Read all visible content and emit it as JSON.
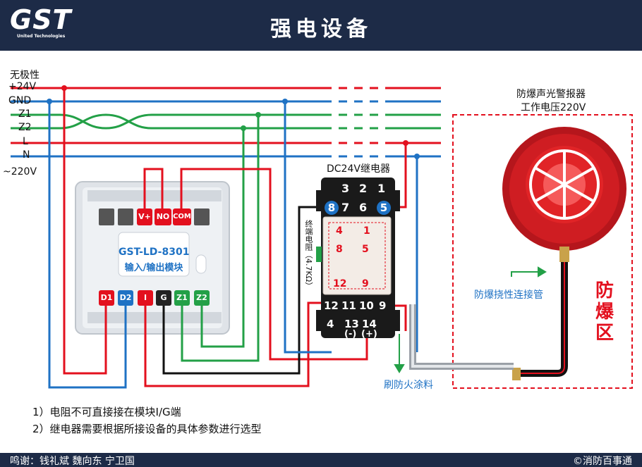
{
  "header": {
    "title": "强电设备",
    "logo_text": "GST",
    "logo_subtitle": "United Technologies"
  },
  "bus_labels": {
    "nonpolar": "无极性",
    "p24v": "+24V",
    "gnd": "GND",
    "z1": "Z1",
    "z2": "Z2",
    "l": "L",
    "n": "N",
    "ac220": "~220V"
  },
  "module": {
    "name": "GST-LD-8301",
    "subtitle": "输入/输出模块",
    "top_terminals": [
      "V+",
      "NO",
      "COM"
    ],
    "bottom_terminals": [
      "D1",
      "D2",
      "I",
      "G",
      "Z1",
      "Z2"
    ]
  },
  "relay": {
    "title": "DC24V继电器",
    "top_row": [
      "3",
      "2",
      "1"
    ],
    "row2": [
      "8",
      "7",
      "6",
      "5"
    ],
    "row_lower": [
      "12",
      "11",
      "10",
      "9"
    ],
    "bottom_row": [
      "4",
      "13",
      "14"
    ],
    "polarity": [
      "(-)",
      "(+)"
    ],
    "coil": [
      "4",
      "1",
      "8",
      "5",
      "12",
      "9"
    ],
    "resistor": "终端电阻（4.7KΩ）"
  },
  "siren": {
    "label": "防爆声光警报器",
    "voltage": "工作电压220V",
    "conduit": "防爆挠性连接管",
    "zone": "防爆区",
    "coating": "刷防火涂料"
  },
  "notes": [
    "1）电阻不可直接接在模块I/G端",
    "2）继电器需要根据所接设备的具体参数进行选型"
  ],
  "footer": {
    "credits": "鸣谢：钱礼斌 魏向东 宁卫国",
    "copyright": "©消防百事通"
  },
  "colors": {
    "red": "#e3101e",
    "blue": "#1f72c4",
    "green": "#23a047",
    "black": "#111111",
    "header_bg": "#1d2b47"
  }
}
